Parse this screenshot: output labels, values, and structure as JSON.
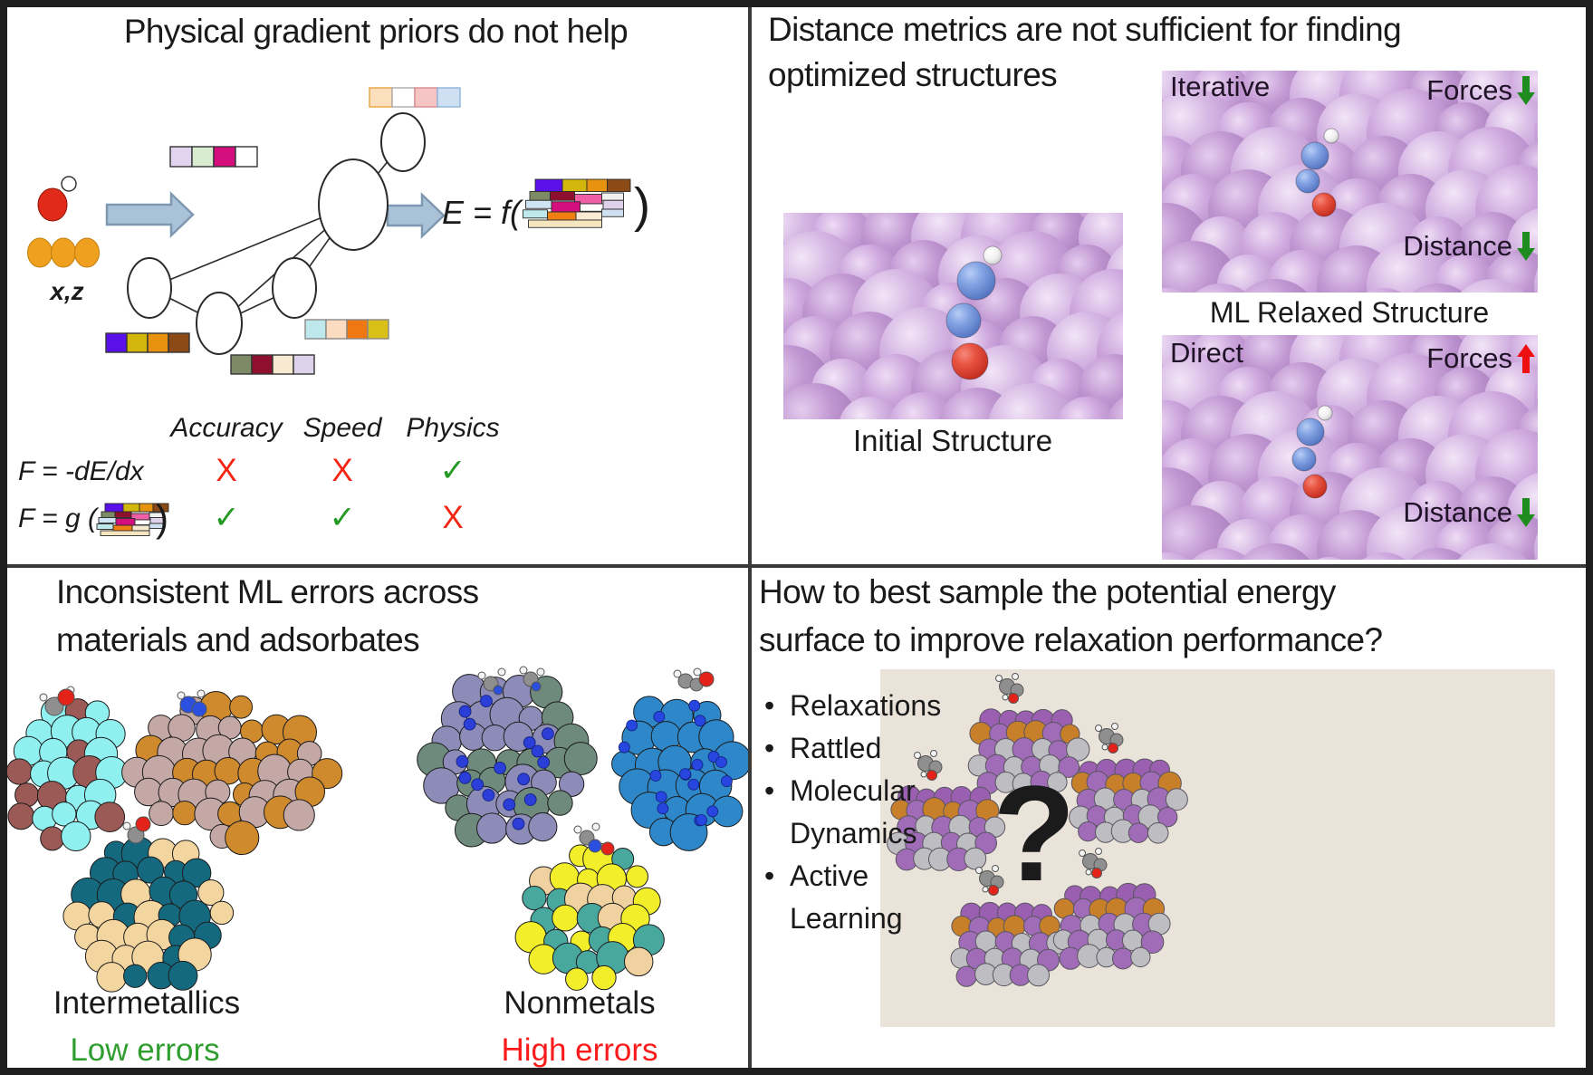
{
  "colors": {
    "accent_green": "#259b25",
    "accent_red": "#f42613",
    "status_green": "#2f9e2f",
    "status_red": "#fb1a1a",
    "arrow_green": "#1f8c1f",
    "arrow_red": "#ee1010",
    "surface_purple": "#c49ad6",
    "sampling_background": "#e9e3da"
  },
  "panels": {
    "top_left": {
      "title": "Physical gradient priors do not help",
      "input_label": "x,z",
      "energy_lhs": "E = f(",
      "energy_close": ")",
      "table": {
        "headers": [
          "Accuracy",
          "Speed",
          "Physics"
        ],
        "rows": [
          {
            "label": "F = -dE/dx",
            "marks": [
              {
                "sym": "X",
                "status": "bad"
              },
              {
                "sym": "X",
                "status": "bad"
              },
              {
                "sym": "✓",
                "status": "good"
              }
            ]
          },
          {
            "label": "F = g (",
            "label_close": ")",
            "marks": [
              {
                "sym": "✓",
                "status": "good"
              },
              {
                "sym": "✓",
                "status": "good"
              },
              {
                "sym": "X",
                "status": "bad"
              }
            ]
          }
        ]
      }
    },
    "top_right": {
      "title_lines": [
        "Distance metrics are not sufficient for finding",
        "optimized structures"
      ],
      "initial": {
        "caption": "Initial Structure"
      },
      "iterative": {
        "label": "Iterative",
        "annotations": [
          {
            "text": "Forces",
            "direction": "down",
            "color": "green"
          },
          {
            "text": "Distance",
            "direction": "down",
            "color": "green"
          }
        ]
      },
      "ml_relaxed_caption": "ML Relaxed Structure",
      "direct": {
        "label": "Direct",
        "annotations": [
          {
            "text": "Forces",
            "direction": "up",
            "color": "red"
          },
          {
            "text": "Distance",
            "direction": "down",
            "color": "green"
          }
        ]
      }
    },
    "bottom_left": {
      "title_lines": [
        "Inconsistent ML errors across",
        "materials and adsorbates"
      ],
      "groups": [
        {
          "label": "Intermetallics",
          "sublabel": "Low errors",
          "status": "good"
        },
        {
          "label": "Nonmetals",
          "sublabel": "High errors",
          "status": "bad"
        }
      ]
    },
    "bottom_right": {
      "title_lines": [
        "How to best sample the potential energy",
        "surface to improve relaxation performance?"
      ],
      "bullet_glyph": "•",
      "bullets": [
        "Relaxations",
        "Rattled",
        "Molecular Dynamics",
        "Active Learning"
      ],
      "question_mark": "?"
    }
  }
}
